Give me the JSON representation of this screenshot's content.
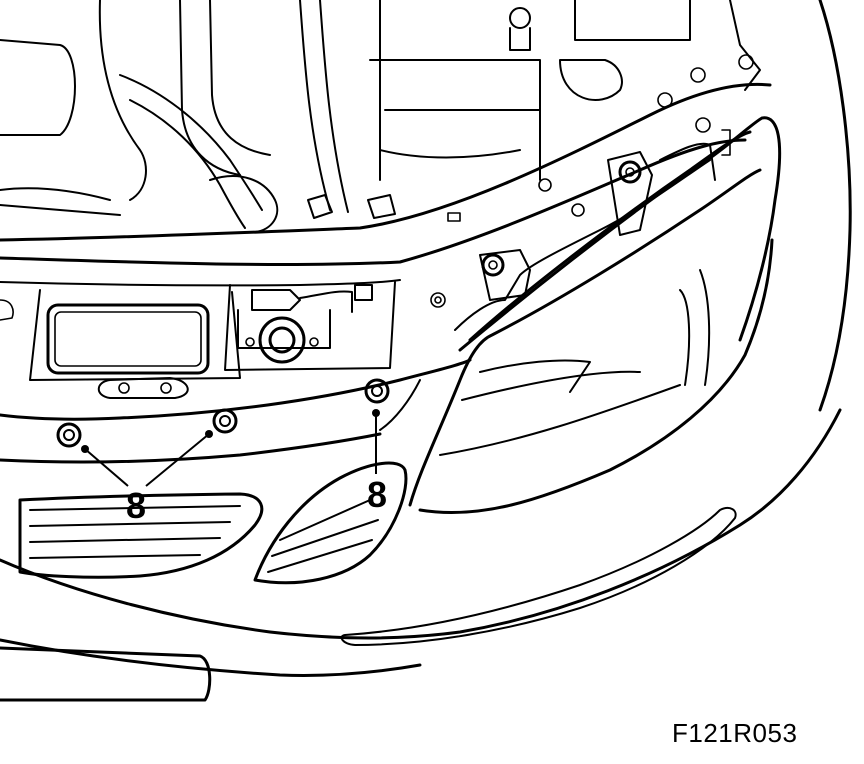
{
  "figure": {
    "code": "F121R053",
    "callouts": [
      {
        "id": "left-pair",
        "label": "8"
      },
      {
        "id": "right-single",
        "label": "8"
      }
    ]
  }
}
